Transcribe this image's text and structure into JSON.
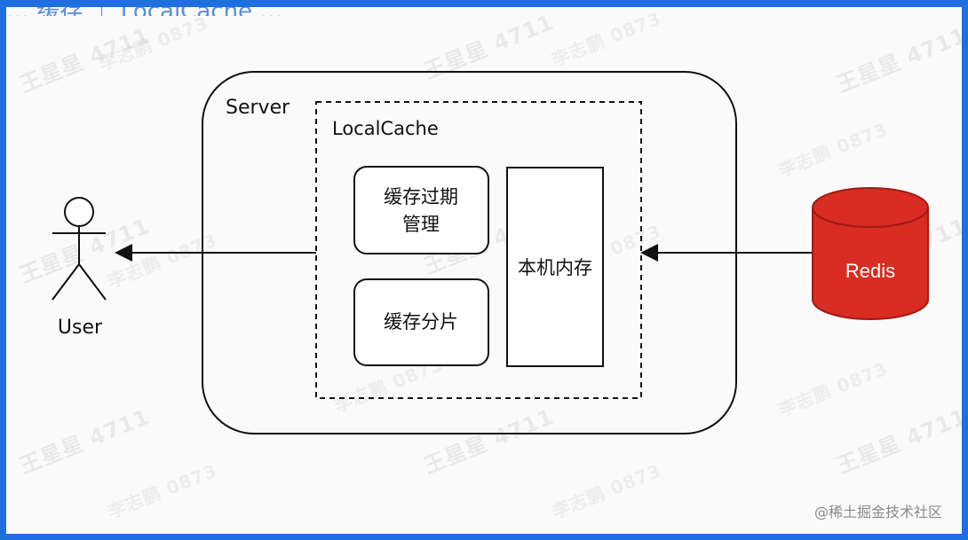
{
  "diagram": {
    "top_caption": "… 缓存 ｜ LocalCache …",
    "server_label": "Server",
    "localcache_label": "LocalCache",
    "expire_box_line1": "缓存过期",
    "expire_box_line2": "管理",
    "shard_box_label": "缓存分片",
    "memory_box_label": "本机内存",
    "redis_label": "Redis",
    "user_label": "User"
  },
  "watermarks": {
    "name_a": "王星星 4711",
    "name_b": "李志鹏 0873"
  },
  "footer": {
    "site": "@稀土掘金技术社区"
  },
  "colors": {
    "frame_border": "#1f6fe0",
    "redis_fill": "#d92c22",
    "redis_stroke": "#a11b15",
    "line": "#111111"
  }
}
